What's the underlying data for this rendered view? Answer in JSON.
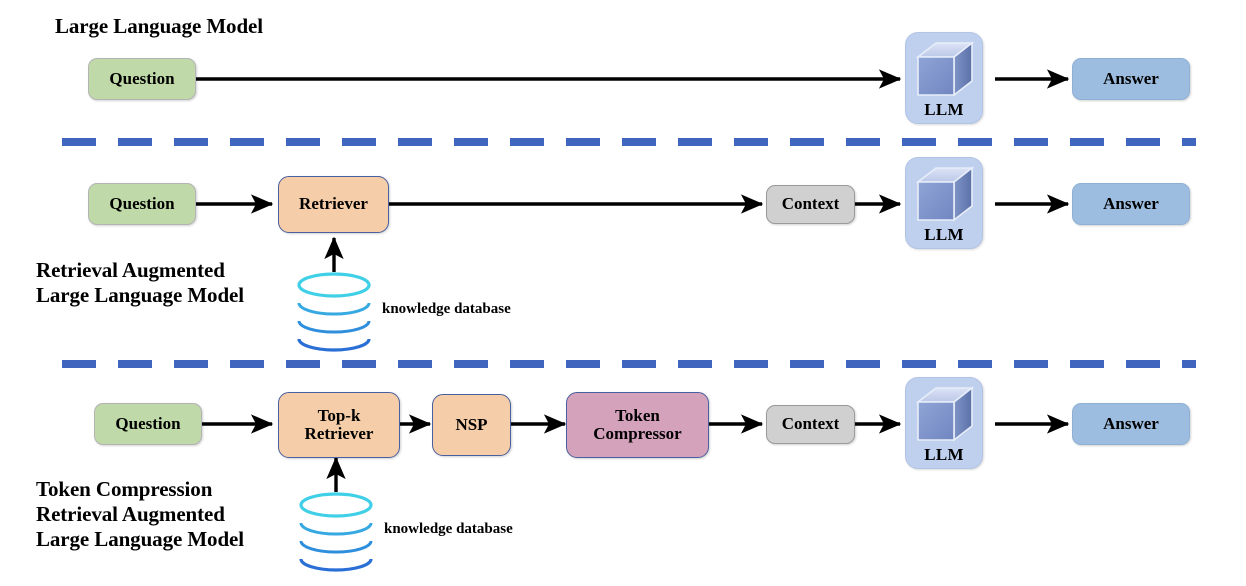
{
  "figure": {
    "background": "#ffffff",
    "palette": {
      "question_green": "#bfd9a8",
      "retriever_peach": "#f5cda8",
      "compressor_mauve": "#d5a2bc",
      "context_gray": "#d0d0d0",
      "answer_blue": "#9cbde0",
      "llm_panel_blue": "#bfd0ef",
      "cube_front": "#7d93ca",
      "cube_top": "#c6d2ec",
      "cube_side": "#5d74ab",
      "divider_blue": "#4065bf",
      "arrow_black": "#000000",
      "db_top_cyan": "#3fd0e8",
      "db_bottom_blue": "#2a74d8"
    }
  },
  "sections": [
    {
      "id": "llm",
      "title": "Large Language Model",
      "nodes": {
        "question": "Question",
        "llm": "LLM",
        "answer": "Answer"
      }
    },
    {
      "id": "rag",
      "title": "Retrieval Augmented\nLarge Language Model",
      "nodes": {
        "question": "Question",
        "retriever": "Retriever",
        "context": "Context",
        "llm": "LLM",
        "answer": "Answer"
      },
      "database_caption": "knowledge database"
    },
    {
      "id": "tcrag",
      "title": "Token Compression\nRetrieval Augmented\nLarge Language Model",
      "nodes": {
        "question": "Question",
        "topk_retriever": "Top-k\nRetriever",
        "nsp": "NSP",
        "token_compressor": "Token\nCompressor",
        "context": "Context",
        "llm": "LLM",
        "answer": "Answer"
      },
      "database_caption": "knowledge database"
    }
  ],
  "icons": {
    "cube": "cube-icon",
    "database": "database-cylinder-icon"
  }
}
